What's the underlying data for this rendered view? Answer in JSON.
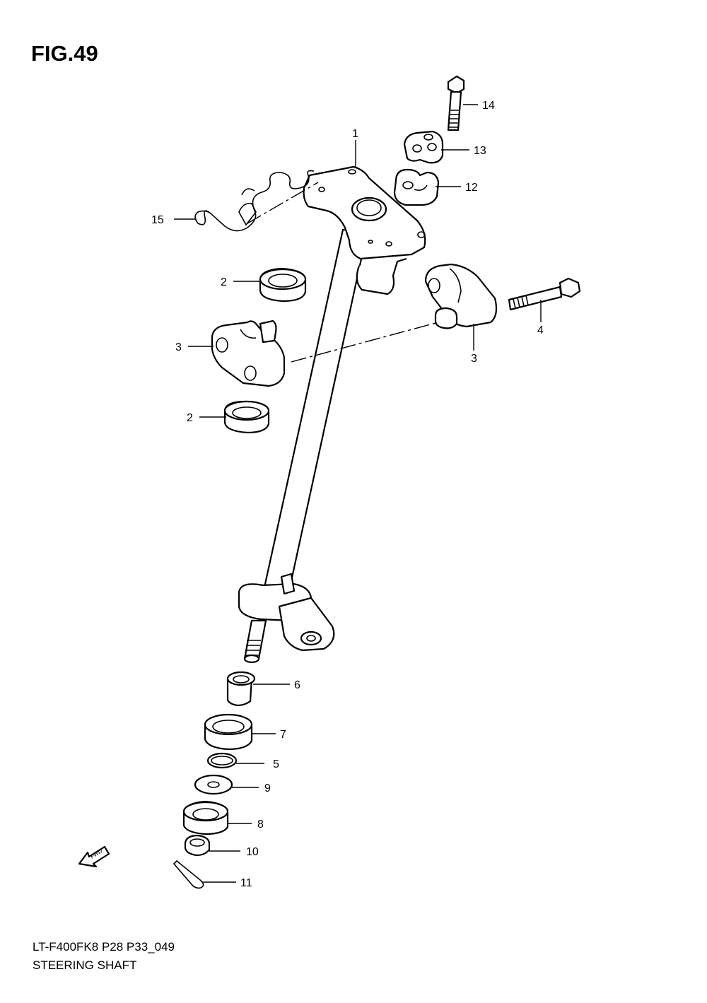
{
  "figure": {
    "title": "FIG.49",
    "model_code": "LT-F400FK8 P28 P33_049",
    "section_name": "STEERING SHAFT",
    "fwd_label": "FWD"
  },
  "callouts": [
    "1",
    "2",
    "2",
    "3",
    "3",
    "4",
    "5",
    "6",
    "7",
    "8",
    "9",
    "10",
    "11",
    "12",
    "13",
    "14",
    "15"
  ]
}
